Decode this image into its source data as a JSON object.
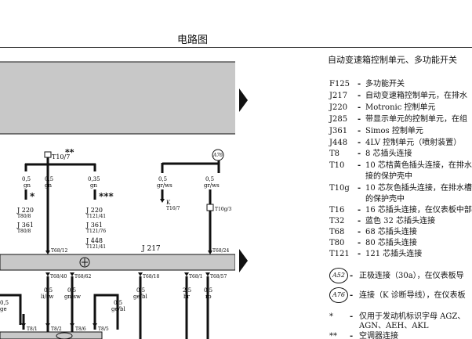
{
  "page_title": "电路图",
  "legend": {
    "heading": "自动变速箱控制单元、多功能开关",
    "items": [
      {
        "code": "F125",
        "dash": "-",
        "desc": "多功能开关"
      },
      {
        "code": "J217",
        "dash": "-",
        "desc": "自动变速箱控制单元，在排水"
      },
      {
        "code": "J220",
        "dash": "-",
        "desc": "Motronic  控制单元"
      },
      {
        "code": "J285",
        "dash": "-",
        "desc": "带显示单元的控制单元，在组"
      },
      {
        "code": "J361",
        "dash": "-",
        "desc": "Simos  控制单元"
      },
      {
        "code": "J448",
        "dash": "-",
        "desc": "4LV 控制单元（喷射装置）"
      },
      {
        "code": "T8",
        "dash": "-",
        "desc": "8  芯插头连接"
      },
      {
        "code": "T10",
        "dash": "-",
        "desc": "10  芯桔黄色插头连接，在排水"
      },
      {
        "code": "",
        "dash": "",
        "desc": "接的保护壳中"
      },
      {
        "code": "T10g",
        "dash": "-",
        "desc": "10  芯灰色插头连接，在排水槽"
      },
      {
        "code": "",
        "dash": "",
        "desc": "的保护壳中"
      },
      {
        "code": "T16",
        "dash": "-",
        "desc": "16  芯插头连接，在仪表板中部"
      },
      {
        "code": "T32",
        "dash": "-",
        "desc": "蓝色 32  芯插头连接"
      },
      {
        "code": "T68",
        "dash": "-",
        "desc": "68  芯插头连接"
      },
      {
        "code": "T80",
        "dash": "-",
        "desc": "80  芯插头连接"
      },
      {
        "code": "T121",
        "dash": "-",
        "desc": "121  芯插头连接"
      }
    ],
    "circles": [
      {
        "code": "A52",
        "dash": "-",
        "desc": "正极连接（30a），在仪表板导"
      },
      {
        "code": "A76",
        "dash": "-",
        "desc": "连接（K 诊断导线），在仪表板"
      }
    ],
    "notes": [
      {
        "code": "*",
        "dash": "-",
        "desc": "仅用于发动机标识字母 AGZ、"
      },
      {
        "code": "",
        "dash": "",
        "desc": "AGN、AEH、AKL"
      },
      {
        "code": "**",
        "dash": "-",
        "desc": "空调器连接"
      }
    ]
  },
  "diagram": {
    "connector_top": "T10/7",
    "connector_top_marks": "**",
    "conn_a76": "A76",
    "wire1_size": "0,5",
    "wire1_color": "gn",
    "wire2_size": "0,5",
    "wire2_color": "gn",
    "wire3_size": "0,35",
    "wire3_color": "gn",
    "wire4_size": "0,5",
    "wire4_color": "gr/ws",
    "wire5_size": "0,5",
    "wire5_color": "gr/ws",
    "mark_star": "*",
    "mark_triple_star": "***",
    "j220_left": "J 220",
    "j220_left_pin": "T80/8",
    "j361_left": "J 361",
    "j361_left_pin": "T80/8",
    "j220_right": "J 220",
    "j220_right_pin": "T121/41",
    "j361_right": "J 361",
    "j361_right_pin": "T121/76",
    "j448": "J 448",
    "j448_pin": "T121/41",
    "k_label": "K",
    "k_pin": "T16/7",
    "t10g_pin": "T10g/3",
    "unit_label": "J 217",
    "unit_pin_left": "T68/12",
    "unit_pin_right": "T68/24",
    "bottom_pins": [
      "T68/40",
      "T68/62",
      "T68/18",
      "T68/1",
      "T68/57"
    ],
    "bottom_wires": [
      {
        "size": "0,5",
        "color": "li/sw"
      },
      {
        "size": "0,5",
        "color": "gn/sw"
      },
      {
        "size": "0,5",
        "color": "ge/bl"
      },
      {
        "size": "2,5",
        "color": "br"
      },
      {
        "size": "0,5",
        "color": "ro"
      }
    ],
    "left_edge_wire_size": "0,5",
    "left_edge_wire_color": "ge",
    "mid_wire_size": "0,5",
    "mid_wire_color": "ge/bl",
    "lower_pins": [
      "T8/1",
      "T8/2",
      "T8/6",
      "T8/5"
    ]
  }
}
